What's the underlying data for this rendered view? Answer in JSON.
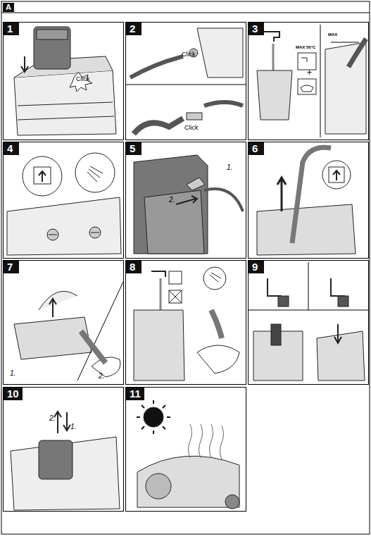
{
  "diagram": {
    "nodes": [
      {
        "text": [
          "1"
        ]
      },
      {
        "text": [
          "2"
        ]
      },
      {
        "text": [
          "3"
        ]
      },
      {
        "text": [
          "4"
        ]
      },
      {
        "text": [
          "5"
        ]
      },
      {
        "text": [
          "6"
        ]
      },
      {
        "text": [
          "7"
        ]
      },
      {
        "text": [
          "8"
        ]
      },
      {
        "text": [
          "9"
        ]
      },
      {
        "text": [
          "10"
        ]
      },
      {
        "text": [
          "11"
        ]
      }
    ],
    "labels": [
      "A",
      "Click",
      "Click",
      "Click",
      "MAX 50°C",
      "MAX",
      "1.",
      "2.",
      "1.",
      "2.",
      "1.",
      "2."
    ]
  }
}
